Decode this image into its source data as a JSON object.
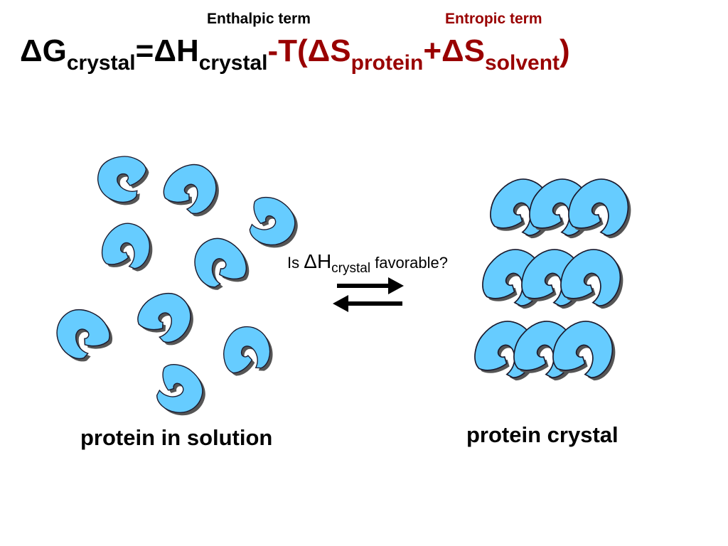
{
  "labels": {
    "enthalpic": "Enthalpic term",
    "entropic": "Entropic term"
  },
  "equation": {
    "delta": "Δ",
    "g": "G",
    "crystal": "crystal",
    "equals": "=",
    "h": "H",
    "minus": "-",
    "t_open": "T(",
    "s": "S",
    "protein": "protein",
    "plus": "+",
    "solvent": "solvent",
    "close": ")"
  },
  "question": {
    "is": "Is ",
    "delta": "Δ",
    "h": "H",
    "crystal": "crystal",
    "favorable": " favorable?"
  },
  "captions": {
    "solution": "protein in solution",
    "crystal": "protein crystal"
  },
  "colors": {
    "protein_fill": "#66ccff",
    "protein_stroke": "#1a1a2e",
    "shadow": "#555555",
    "entropic_red": "#990000"
  }
}
